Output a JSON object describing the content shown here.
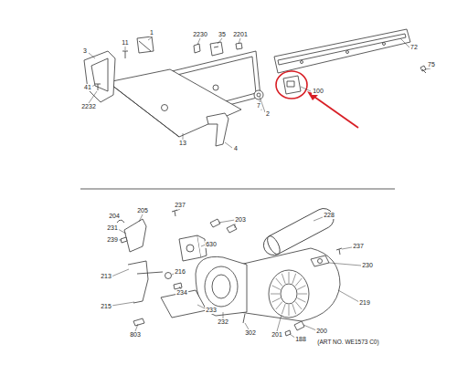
{
  "diagram": {
    "labels": [
      "1",
      "2230",
      "35",
      "2201",
      "72",
      "3",
      "11",
      "75",
      "41",
      "2232",
      "100",
      "7",
      "2",
      "13",
      "4",
      "204",
      "205",
      "237",
      "203",
      "231",
      "228",
      "239",
      "630",
      "237",
      "230",
      "213",
      "216",
      "234",
      "215",
      "233",
      "232",
      "302",
      "201",
      "219",
      "803",
      "200",
      "188",
      "(ART NO. WE1573 C0)"
    ]
  }
}
